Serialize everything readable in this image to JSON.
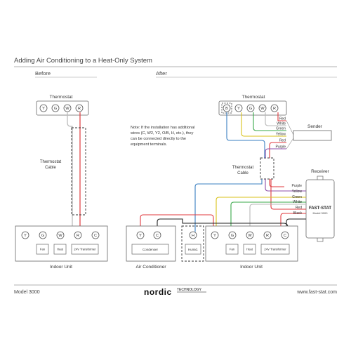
{
  "title": "Adding Air Conditioning to a Heat-Only System",
  "before_label": "Before",
  "after_label": "After",
  "thermostat_label": "Thermostat",
  "cable_label_line1": "Thermostat",
  "cable_label_line2": "Cable",
  "before_thermostat_terminals": [
    "Y",
    "G",
    "W",
    "R"
  ],
  "after_thermostat_terminals": [
    "B",
    "Y",
    "G",
    "W",
    "R"
  ],
  "before_unit_terminals": [
    "Y",
    "G",
    "W",
    "R",
    "C"
  ],
  "before_unit_boxes": [
    "Fan",
    "Heat",
    "24V Transformer"
  ],
  "before_unit_label": "Indoor Unit",
  "note_lines": [
    "Note: If the installation has additional",
    "wires (C, W2, Y2, O/B, H, etc.), they",
    "can be connected directly to the",
    "equipment terminals."
  ],
  "sender_label": "Sender",
  "sender_wires": [
    "Red",
    "White",
    "Green",
    "Yellow",
    "Red",
    "Purple"
  ],
  "receiver_label": "Receiver",
  "receiver_brand": "FAST·STAT",
  "receiver_model": "Model 3000",
  "receiver_wires": [
    "Purple",
    "Yellow",
    "Green",
    "White",
    "Red",
    "Black"
  ],
  "ac_terminals": [
    "Y",
    "C"
  ],
  "ac_box": "Condenser",
  "ac_label": "Air Conditioner",
  "humid_terminal": "H",
  "humid_box": "Humid.",
  "after_unit_terminals": [
    "Y",
    "G",
    "W",
    "R",
    "C"
  ],
  "after_unit_boxes": [
    "Fan",
    "Heat",
    "24V Transformer"
  ],
  "after_unit_label": "Indoor Unit",
  "footer_model": "Model 3000",
  "footer_brand": "nordic",
  "footer_brand_sub": "TECHNOLOGY",
  "footer_url": "www.fast-stat.com",
  "colors": {
    "red": "#e0393e",
    "white_wire": "#b8b8b8",
    "green": "#3aa84a",
    "yellow": "#d8c21a",
    "purple": "#8e4fa8",
    "blue": "#3a7fc1",
    "black": "#222222",
    "line": "#666666"
  }
}
